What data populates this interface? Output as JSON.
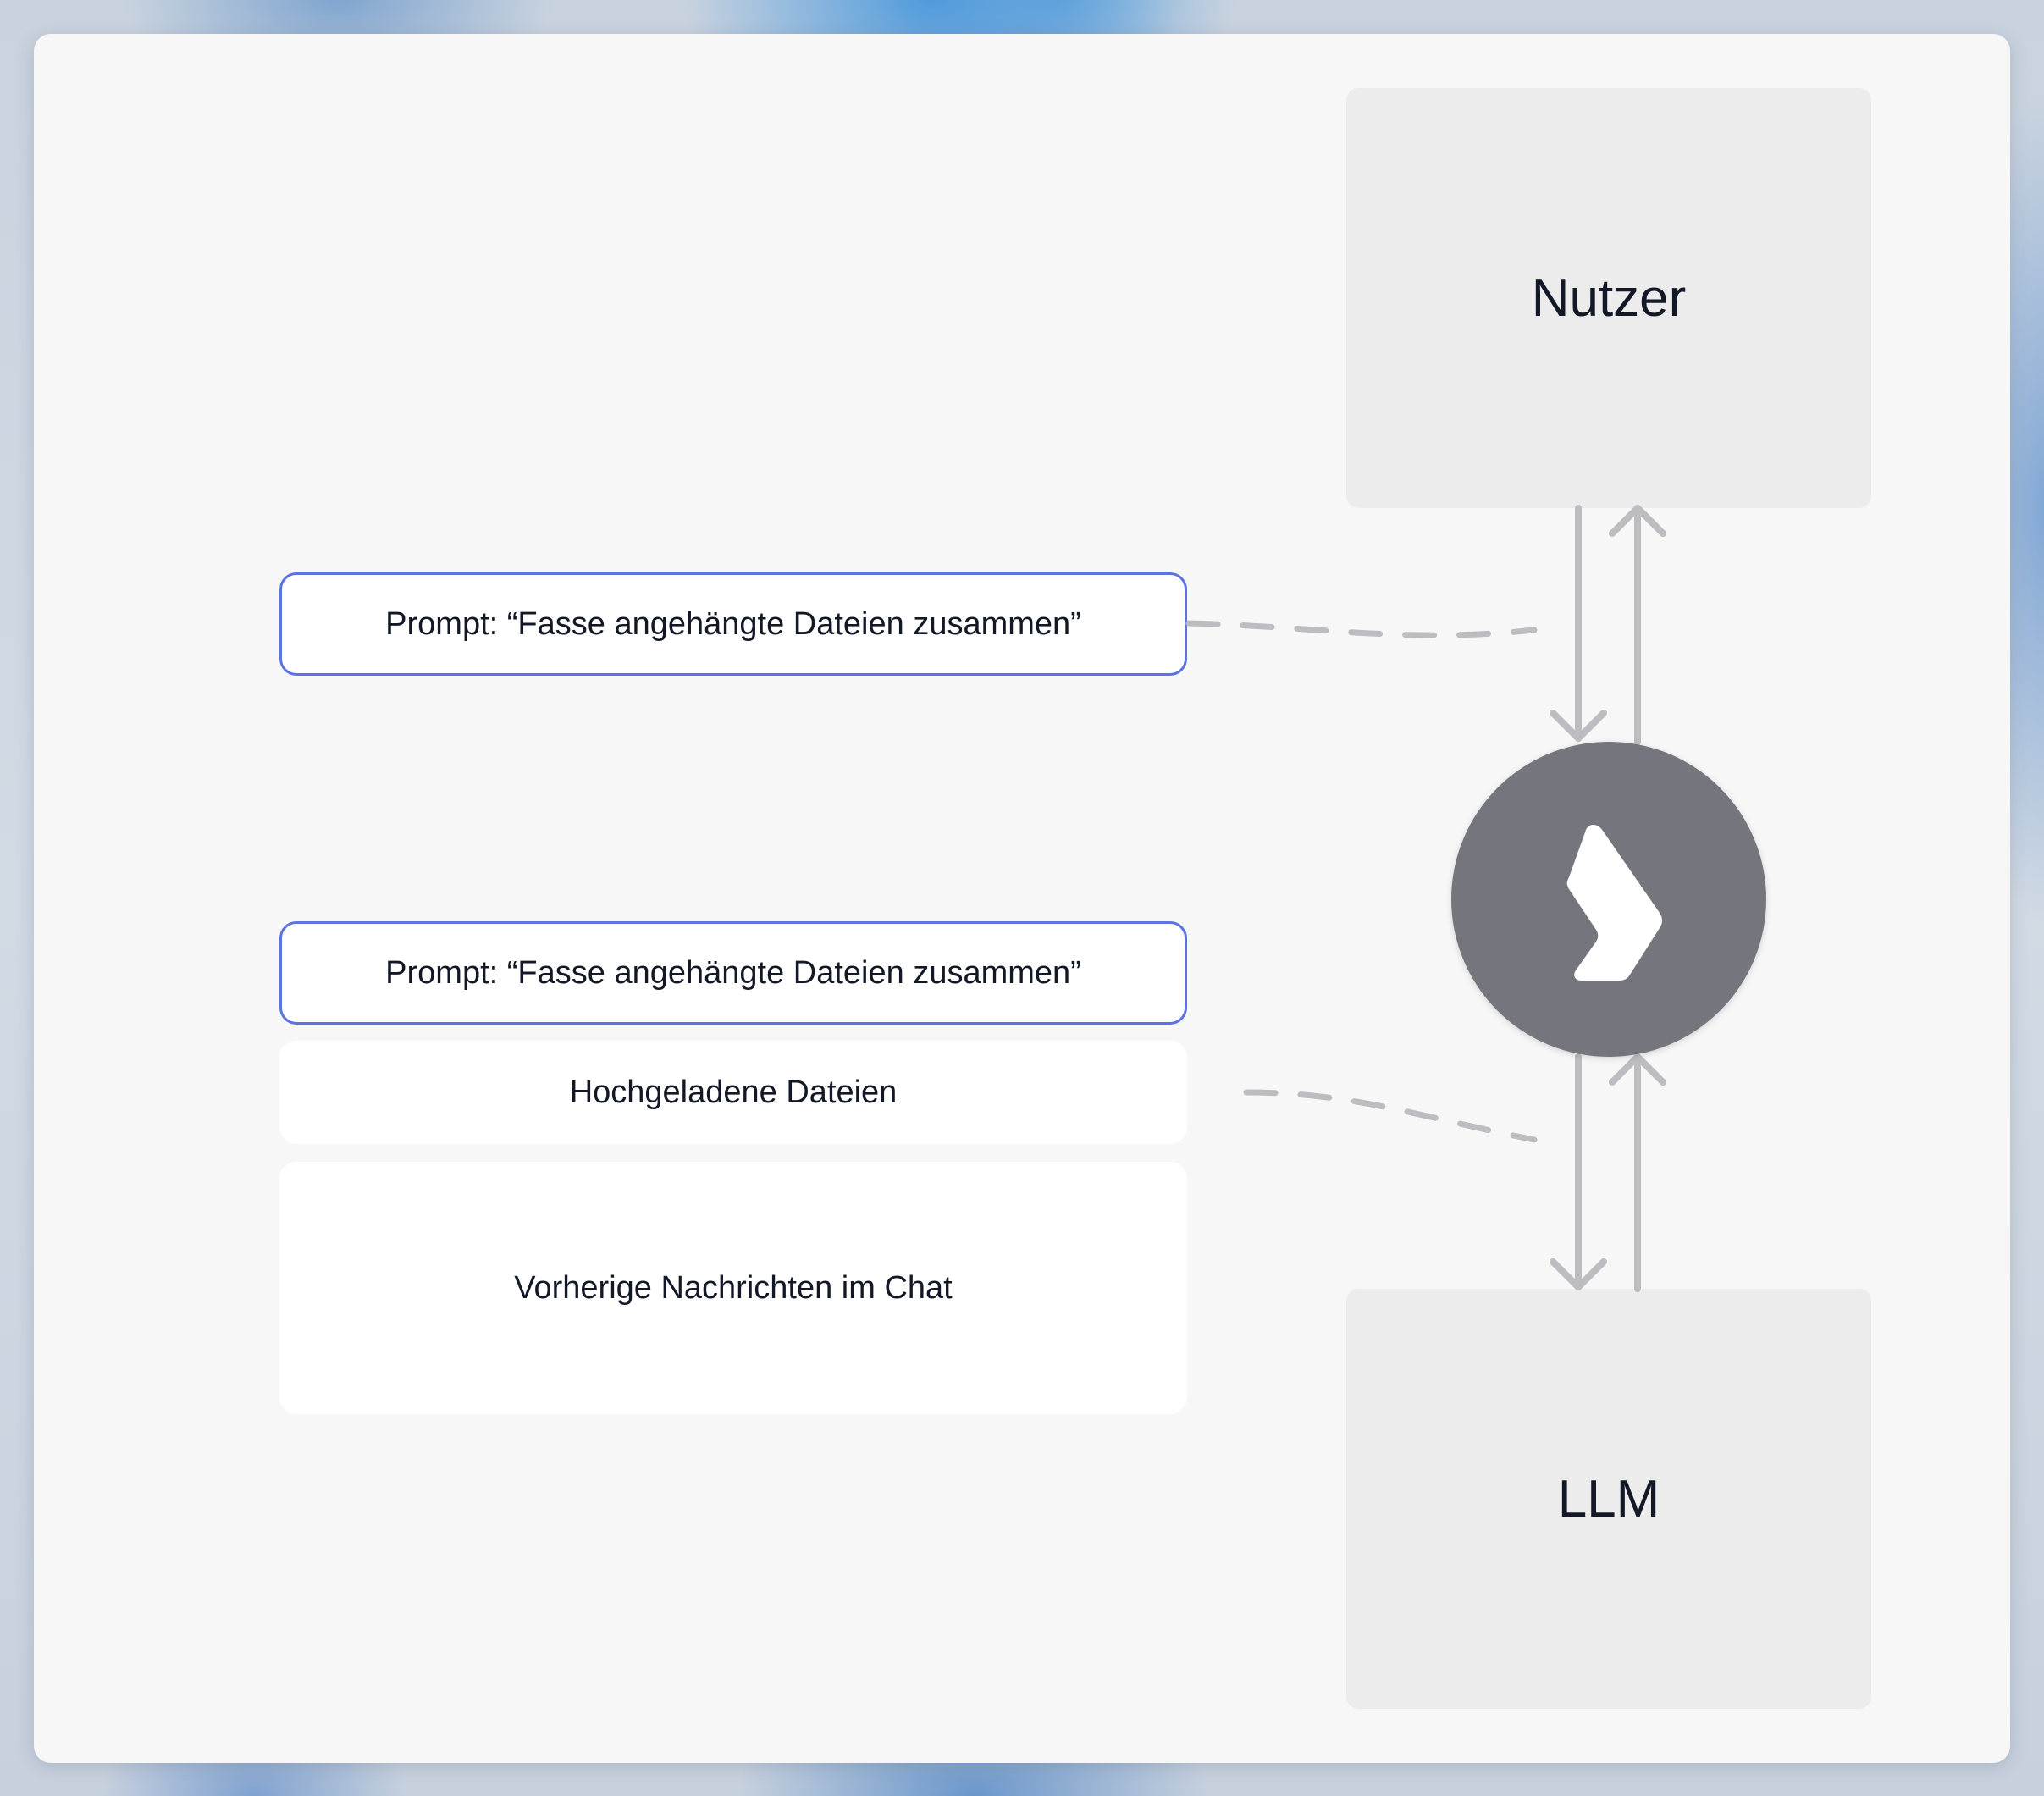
{
  "diagram": {
    "nodes": {
      "user": {
        "label": "Nutzer"
      },
      "llm": {
        "label": "LLM"
      }
    },
    "user_prompt": {
      "text": "Prompt: “Fasse angehängte Dateien zusammen”"
    },
    "llm_context": {
      "prompt": "Prompt: “Fasse angehängte Dateien zusammen”",
      "files": "Hochgeladene Dateien",
      "history": "Vorherige Nachrichten im Chat"
    },
    "hub": {
      "icon": "chevron-right-logo-icon"
    },
    "colors": {
      "prompt_border": "#5b73e3",
      "node_fill": "#ececec",
      "hub_fill": "#75767d",
      "connector": "#bdbdc1"
    }
  }
}
